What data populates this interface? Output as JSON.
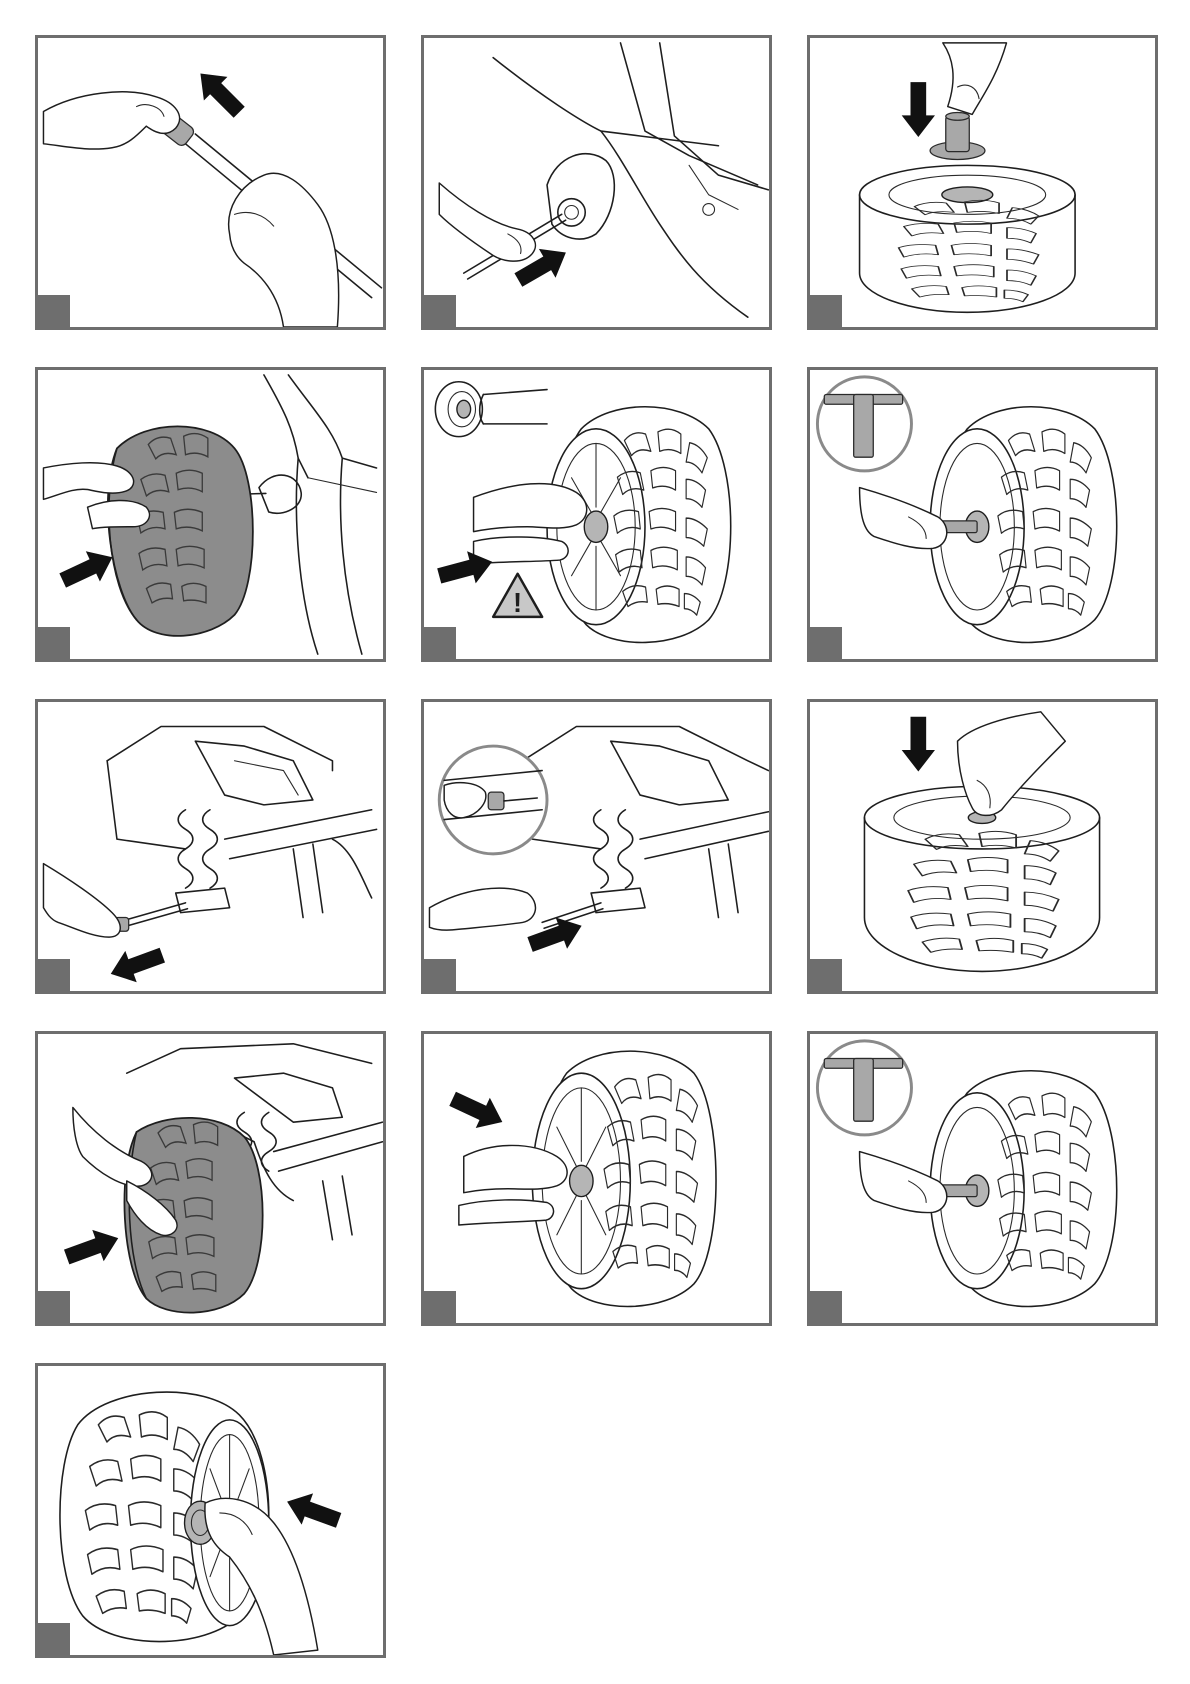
{
  "page": {
    "background": "#ffffff",
    "panel_border_color": "#6e6e6e",
    "step_marker_color": "#6e6e6e"
  },
  "panels": [
    {
      "id": 1,
      "depicts": [
        "hand-icon",
        "tool-icon",
        "arrow-icon"
      ]
    },
    {
      "id": 2,
      "depicts": [
        "hand-icon",
        "axle-icon",
        "arrow-icon"
      ]
    },
    {
      "id": 3,
      "depicts": [
        "hand-icon",
        "hub-cap-icon",
        "wheel-icon",
        "arrow-icon"
      ]
    },
    {
      "id": 4,
      "depicts": [
        "hand-icon",
        "wheel-icon",
        "arrow-icon"
      ]
    },
    {
      "id": 5,
      "depicts": [
        "washer-icon",
        "wheel-icon",
        "warning-icon",
        "arrow-icon"
      ]
    },
    {
      "id": 6,
      "depicts": [
        "wrench-icon",
        "hand-icon",
        "wheel-icon"
      ]
    },
    {
      "id": 7,
      "depicts": [
        "suspension-icon",
        "hand-icon",
        "arrow-icon"
      ]
    },
    {
      "id": 8,
      "depicts": [
        "bolt-icon",
        "suspension-icon",
        "hand-icon",
        "arrow-icon"
      ]
    },
    {
      "id": 9,
      "depicts": [
        "hand-icon",
        "wheel-icon",
        "arrow-icon"
      ]
    },
    {
      "id": 10,
      "depicts": [
        "hand-icon",
        "wheel-icon",
        "arrow-icon"
      ]
    },
    {
      "id": 11,
      "depicts": [
        "hand-icon",
        "wheel-icon",
        "arrow-icon"
      ]
    },
    {
      "id": 12,
      "depicts": [
        "wrench-icon",
        "hand-icon",
        "wheel-icon"
      ]
    },
    {
      "id": 13,
      "depicts": [
        "hand-icon",
        "wheel-icon",
        "hub-cap-icon",
        "arrow-icon"
      ]
    }
  ],
  "warning": {
    "symbol": "!"
  }
}
